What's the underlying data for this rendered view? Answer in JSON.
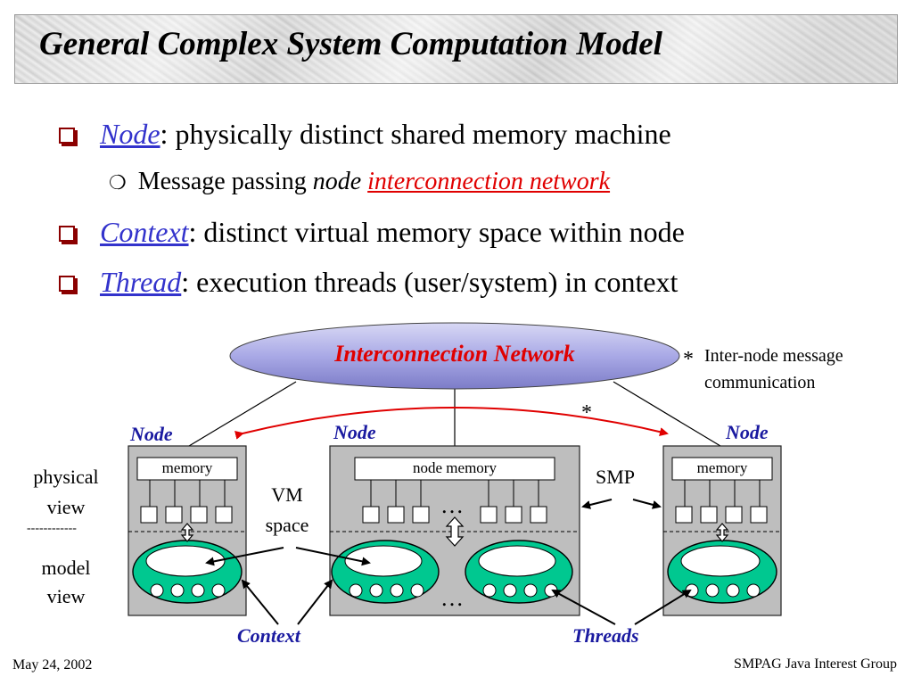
{
  "slide": {
    "title": "General Complex System Computation Model",
    "bullets": [
      {
        "term": "Node",
        "text": ": physically distinct shared memory machine"
      },
      {
        "term": "Context",
        "text": ": distinct virtual memory space within node"
      },
      {
        "term": "Thread",
        "text": ": execution threads (user/system) in context"
      }
    ],
    "sub_bullet": {
      "prefix": "Message passing ",
      "italic_word": "node",
      "link_text": "interconnection network"
    }
  },
  "diagram": {
    "network_label": "Interconnection Network",
    "asterisk": "*",
    "note_line1": "Inter-node message",
    "note_line2": "communication",
    "node_labels": [
      "Node",
      "Node",
      "Node"
    ],
    "memory_labels": [
      "memory",
      "node memory",
      "memory"
    ],
    "smp_label": "SMP",
    "vm_line1": "VM",
    "vm_line2": "space",
    "physical_line1": "physical",
    "physical_line2": "view",
    "model_line1": "model",
    "model_line2": "view",
    "divider_text": "------------",
    "ellipsis_top": "…",
    "ellipsis_bottom": "…",
    "context_label": "Context",
    "threads_label": "Threads",
    "colors": {
      "network_fill": "#a9a9e6",
      "context_fill": "#00c890",
      "red": "#e00000",
      "blue": "#1a1aa0",
      "bullet": "#8b0000"
    }
  },
  "footer": {
    "date": "May 24, 2002",
    "org": "SMPAG Java Interest Group"
  }
}
